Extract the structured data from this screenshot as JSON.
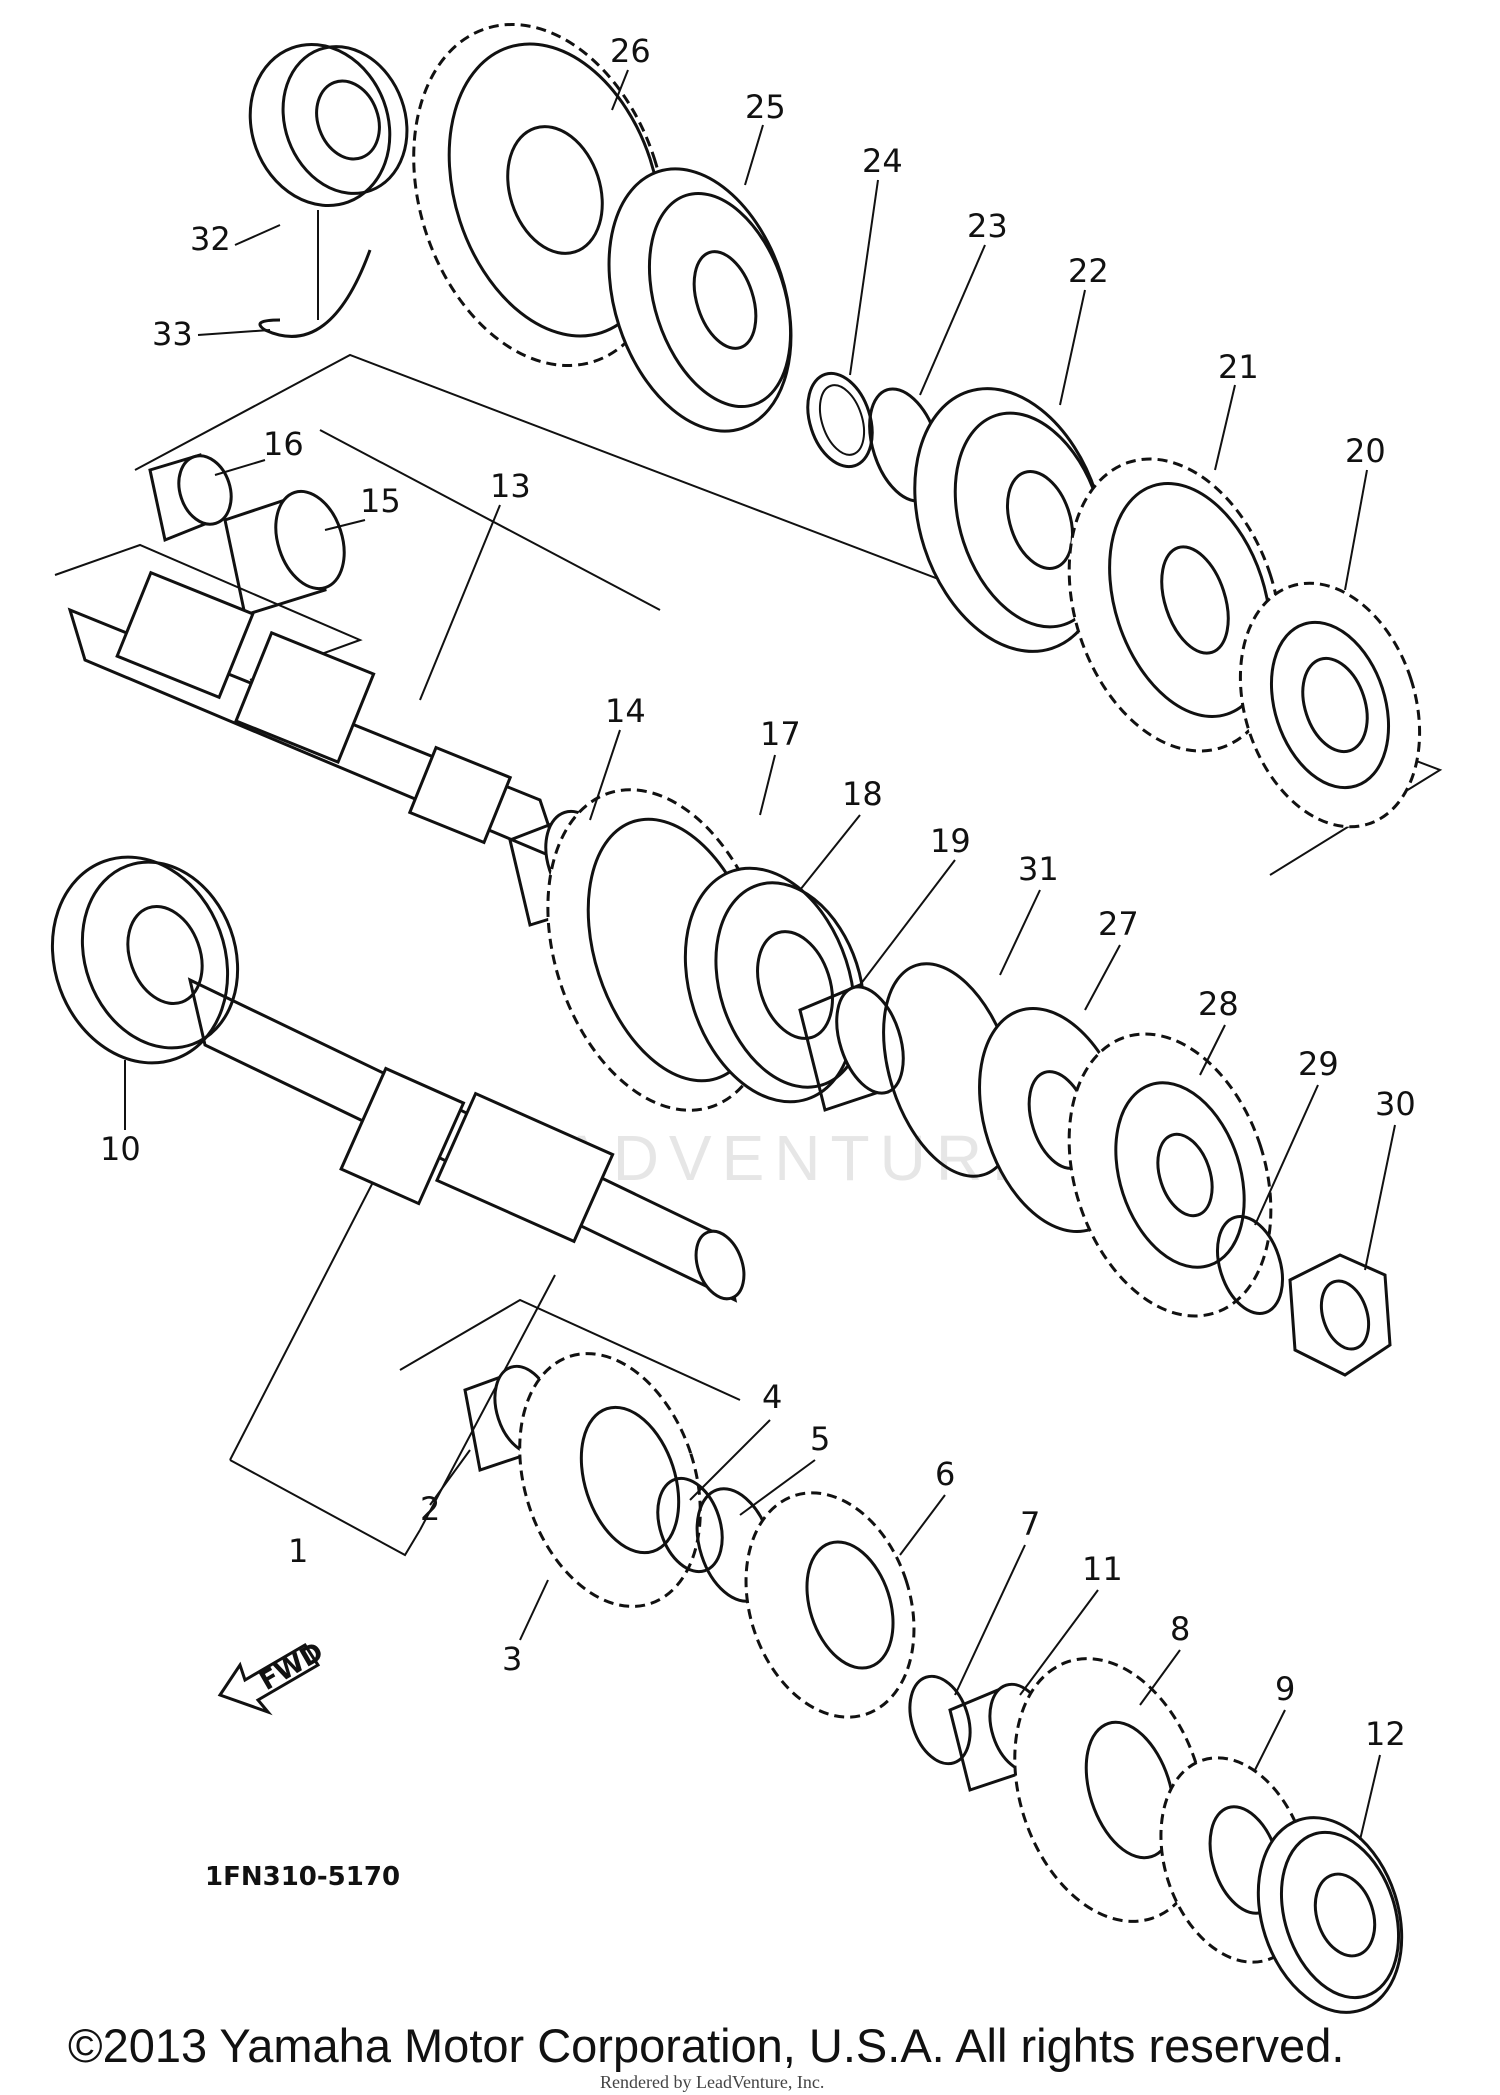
{
  "diagram": {
    "watermark": "ADVENTURE",
    "figure_code": "1FN310-5170",
    "forward_label": "FWD",
    "copyright": "©2013 Yamaha Motor Corporation, U.S.A. All rights reserved.",
    "credit": "Rendered by LeadVenture, Inc.",
    "parts": [
      "1",
      "2",
      "3",
      "4",
      "5",
      "6",
      "7",
      "8",
      "9",
      "10",
      "11",
      "12",
      "13",
      "14",
      "15",
      "16",
      "17",
      "18",
      "19",
      "20",
      "21",
      "22",
      "23",
      "24",
      "25",
      "26",
      "27",
      "28",
      "29",
      "30",
      "31",
      "32",
      "33"
    ]
  }
}
